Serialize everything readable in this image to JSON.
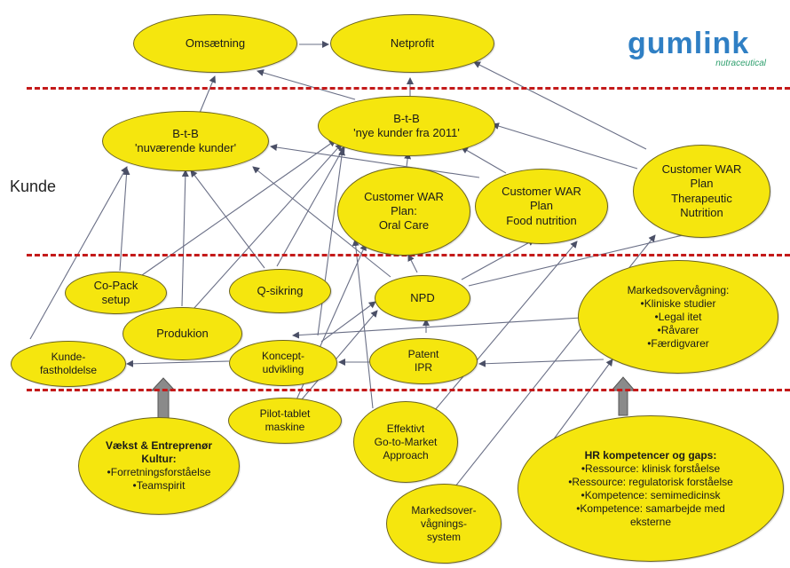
{
  "logo": {
    "name": "gumlink",
    "tagline": "nutraceutical"
  },
  "side_label": "Kunde",
  "nodes": {
    "omsaetning": "Omsætning",
    "netprofit": "Netprofit",
    "btb_current": [
      "B-t-B",
      "'nuværende kunder'"
    ],
    "btb_new": [
      "B-t-B",
      "'nye kunder fra 2011'"
    ],
    "war_oral": [
      "Customer  WAR",
      "Plan:",
      "Oral Care"
    ],
    "war_food": [
      "Customer WAR",
      "Plan",
      "Food nutrition"
    ],
    "war_thera": [
      "Customer WAR",
      "Plan",
      "Therapeutic",
      "Nutrition"
    ],
    "copack": [
      "Co-Pack",
      "setup"
    ],
    "qsikring": "Q-sikring",
    "npd": "NPD",
    "markedsovervagning": [
      "Markedsovervågning:",
      "•Kliniske studier",
      "•Legal itet",
      "•Råvarer",
      "•Færdigvarer"
    ],
    "produkion": "Produkion",
    "kundefastholdelse": [
      "Kunde-",
      "fastholdelse"
    ],
    "koncept": [
      "Koncept-",
      "udvikling"
    ],
    "patent": [
      "Patent",
      "IPR"
    ],
    "pilot": [
      "Pilot-tablet",
      "maskine"
    ],
    "effektivt": [
      "Effektivt",
      "Go-to-Market",
      "Approach"
    ],
    "vaekst": [
      "Vækst & Entreprenør",
      "Kultur:",
      "•Forretningsforståelse",
      "•Teamspirit"
    ],
    "markedssystem": [
      "Markedsover-",
      "vågnings-",
      "system"
    ],
    "hr": [
      "HR kompetencer og gaps:",
      "•Ressource: klinisk forståelse",
      "•Ressource: regulatorisk forståelse",
      "•Kompetence: semimedicinsk",
      "•Kompetence: samarbejde med",
      "eksterne"
    ]
  },
  "colors": {
    "node_fill": "#f5e60e",
    "divider": "#c41a1a",
    "arrow": "#6a6f86",
    "logo_main": "#2f7fc4",
    "logo_sub": "#2f9f6e",
    "block_arrow": "#8a8a8a"
  }
}
